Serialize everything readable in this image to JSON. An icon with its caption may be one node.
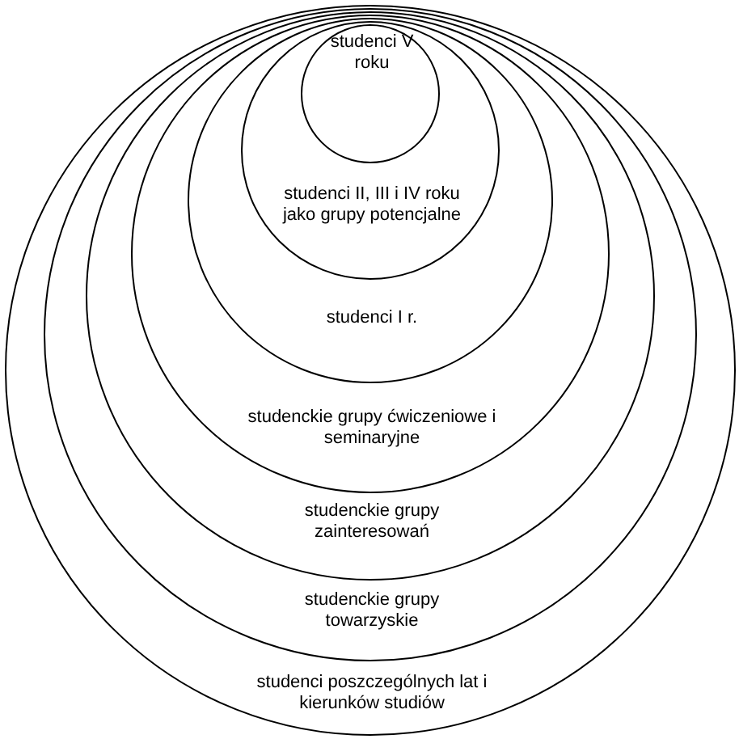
{
  "diagram": {
    "nodes": [
      {
        "text": [
          "studenci poszczególnych lat i kierunków studiów"
        ]
      },
      {
        "text": [
          "studenckie grupy towarzyskie"
        ],
        "in": 0
      },
      {
        "text": [
          "studenckie grupy zainteresowań"
        ],
        "in": 1
      },
      {
        "text": [
          "studenckie grupy ćwiczeniowe i seminaryjne"
        ],
        "in": 2
      },
      {
        "text": [
          "studenci I r."
        ],
        "in": 3
      },
      {
        "text": [
          "studenci II, III i IV roku jako grupy potencjalne"
        ],
        "in": 4
      },
      {
        "text": [
          "studenci V roku"
        ],
        "in": 5
      }
    ]
  }
}
